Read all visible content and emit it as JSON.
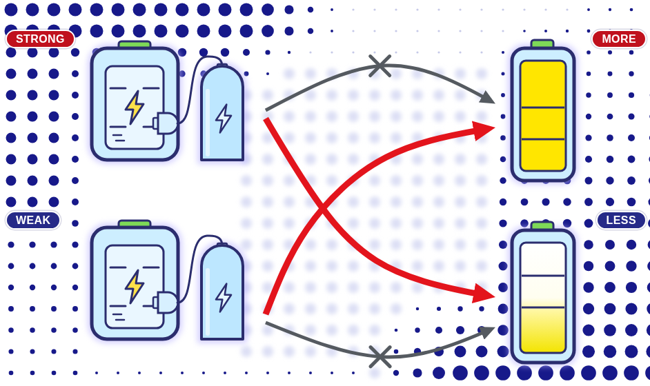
{
  "diagram": {
    "nodes": [
      {
        "text": [
          "STRONG"
        ]
      },
      {
        "text": [
          "MORE"
        ]
      },
      {
        "text": [
          "WEAK"
        ]
      },
      {
        "text": [
          "LESS"
        ]
      }
    ],
    "edges": [
      {
        "from": 0,
        "to": 1,
        "arrow": "to"
      },
      {
        "from": 0,
        "to": 3,
        "arrow": "to"
      },
      {
        "from": 2,
        "to": 1,
        "arrow": "to"
      },
      {
        "from": 2,
        "to": 3,
        "arrow": "to"
      }
    ]
  }
}
